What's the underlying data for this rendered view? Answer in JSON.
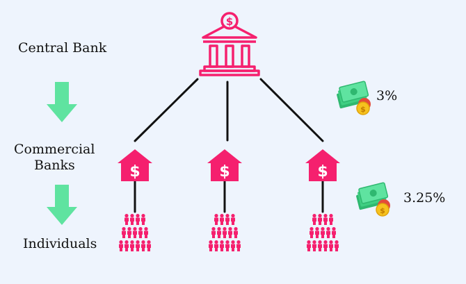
{
  "levels": {
    "central": "Central Bank",
    "commercial_line1": "Commercial",
    "commercial_line2": "Banks",
    "individuals": "Individuals"
  },
  "rates": {
    "central_to_commercial": "3%",
    "commercial_to_individuals": "3.25%"
  },
  "icons": {
    "central_bank": "bank-building-dollar-icon",
    "commercial_bank": "house-dollar-icon",
    "people": "people-group-icon",
    "money": "banknotes-coins-icon",
    "arrow": "arrow-down-icon"
  },
  "colors": {
    "background": "#eef4fd",
    "pink": "#f5206e",
    "arrow_green": "#5fe3a0",
    "money_green": "#3fcf82",
    "coin": "#f6c21e"
  }
}
